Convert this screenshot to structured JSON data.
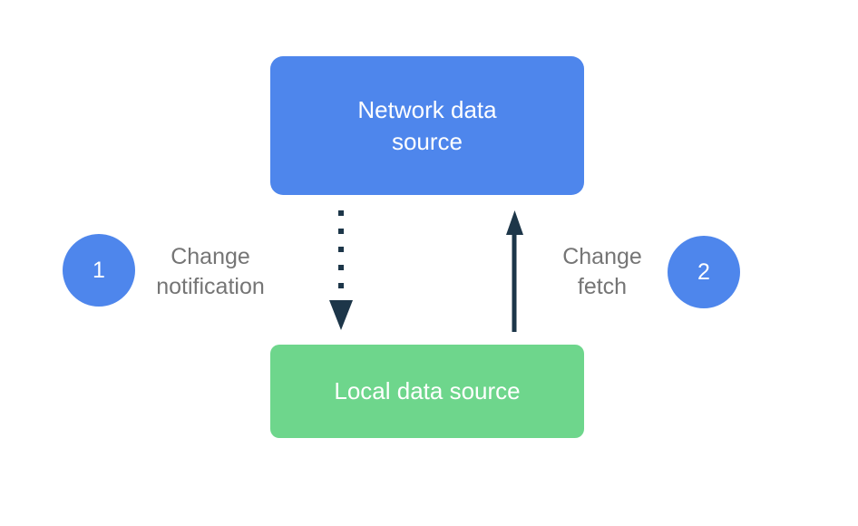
{
  "diagram": {
    "background_color": "#ffffff",
    "nodes": {
      "network": {
        "label": "Network data source",
        "color": "#4e86ec",
        "text_color": "#ffffff"
      },
      "local": {
        "label": "Local data source",
        "color": "#6ed68c",
        "text_color": "#ffffff"
      }
    },
    "steps": [
      {
        "number": "1",
        "label": "Change notification",
        "badge_color": "#4e86ec",
        "label_color": "#757575",
        "arrow_style": "dotted",
        "arrow_direction": "down"
      },
      {
        "number": "2",
        "label": "Change fetch",
        "badge_color": "#4e86ec",
        "label_color": "#757575",
        "arrow_style": "solid",
        "arrow_direction": "up"
      }
    ],
    "arrows": {
      "color": "#1d3649"
    }
  }
}
